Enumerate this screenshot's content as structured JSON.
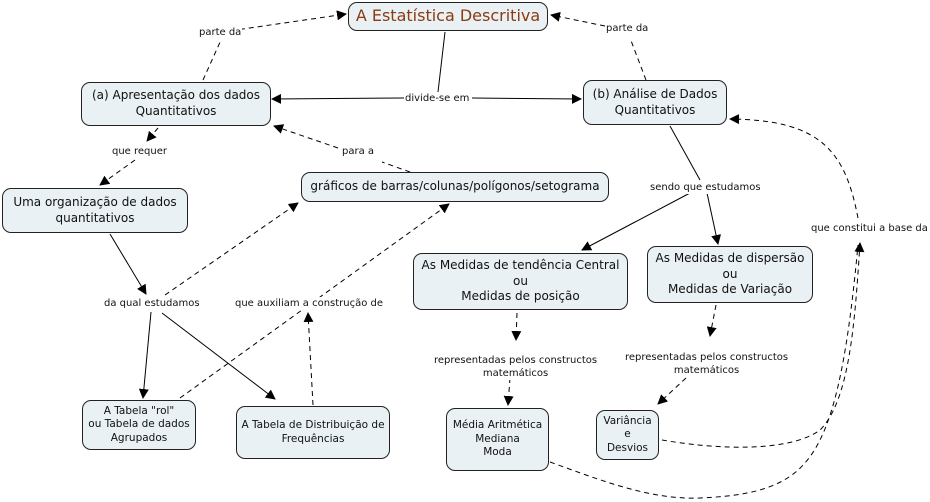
{
  "map": {
    "colors": {
      "node_fill": "#eaf1f4",
      "node_border": "#222222",
      "root_text": "#8b3a12",
      "edge": "#000000"
    },
    "nodes": {
      "root": "A Estatística Descritiva",
      "apresentacao": "(a) Apresentação dos dados\nQuantitativos",
      "analise": "(b) Análise de Dados\nQuantitativos",
      "organizacao": "Uma organização de dados\nquantitativos",
      "graficos": "gráficos de barras/colunas/polígonos/setograma",
      "tendencia": "As Medidas de tendência Central\nou\nMedidas de posição",
      "dispersao": "As Medidas de dispersão\nou\nMedidas de Variação",
      "tabela_rol": "A Tabela \"rol\"\nou Tabela de dados\nAgrupados",
      "tabela_freq": "A Tabela de Distribuição de\nFrequências",
      "media": "Média Aritmética\nMediana\nModa",
      "variancia": "Variância\ne\nDesvios"
    },
    "links": {
      "parte_da_left": "parte da",
      "parte_da_right": "parte da",
      "divide_se_em": "divide-se em",
      "que_requer": "que requer",
      "para_a": "para a",
      "sendo_que_estudamos": "sendo que estudamos",
      "que_constitui": "que constitui a base da",
      "da_qual_estudamos": "da qual estudamos",
      "que_auxiliam": "que auxiliam a construção de",
      "representadas_1": "representadas pelos constructos\nmatemáticos",
      "representadas_2": "representadas pelos constructos\nmatemáticos"
    }
  }
}
